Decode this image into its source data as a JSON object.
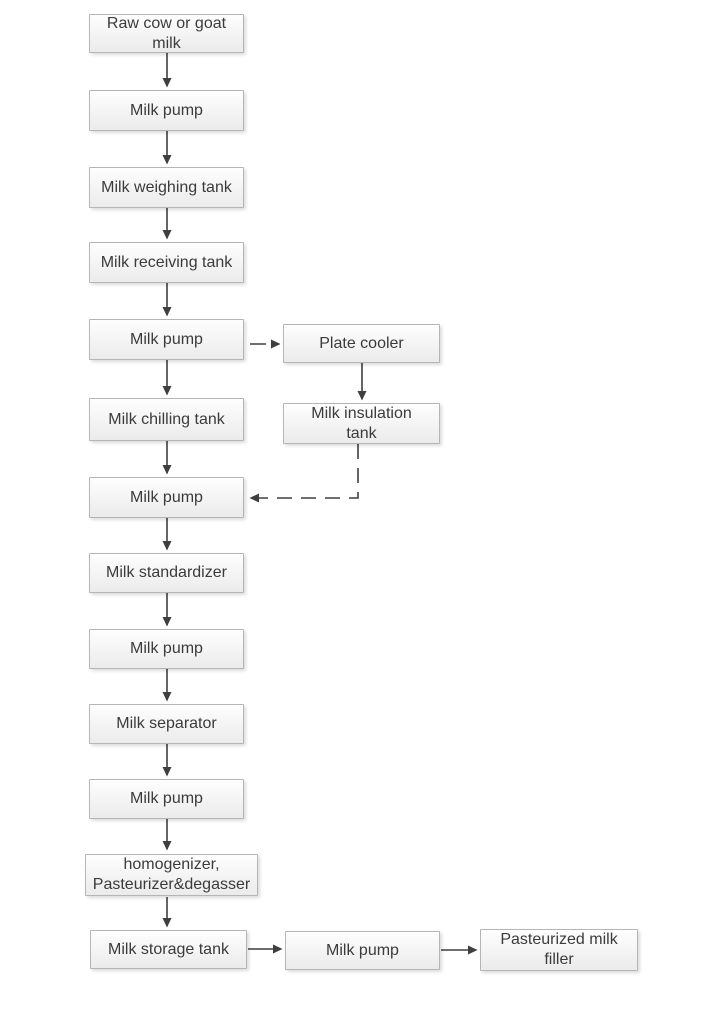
{
  "diagram": {
    "type": "flowchart",
    "subject": "milk processing line",
    "nodes": [
      {
        "id": "raw-milk",
        "label": "Raw cow or goat\nmilk"
      },
      {
        "id": "milk-pump-1",
        "label": "Milk pump"
      },
      {
        "id": "milk-weighing-tank",
        "label": "Milk weighing tank"
      },
      {
        "id": "milk-receiving-tank",
        "label": "Milk receiving tank"
      },
      {
        "id": "milk-pump-2",
        "label": "Milk pump"
      },
      {
        "id": "milk-chilling-tank",
        "label": "Milk chilling tank"
      },
      {
        "id": "milk-pump-3",
        "label": "Milk pump"
      },
      {
        "id": "milk-standardizer",
        "label": "Milk standardizer"
      },
      {
        "id": "milk-pump-4",
        "label": "Milk pump"
      },
      {
        "id": "milk-separator",
        "label": "Milk separator"
      },
      {
        "id": "milk-pump-5",
        "label": "Milk pump"
      },
      {
        "id": "homogenizer",
        "label": "homogenizer,\nPasteurizer&degasser"
      },
      {
        "id": "milk-storage-tank",
        "label": "Milk storage tank"
      },
      {
        "id": "plate-cooler",
        "label": "Plate cooler"
      },
      {
        "id": "milk-insulation-tank",
        "label": "Milk insulation\ntank"
      },
      {
        "id": "milk-pump-6",
        "label": "Milk pump"
      },
      {
        "id": "pasteurized-filler",
        "label": "Pasteurized milk\nfiller"
      }
    ],
    "edges": [
      {
        "from": "raw-milk",
        "to": "milk-pump-1",
        "style": "solid"
      },
      {
        "from": "milk-pump-1",
        "to": "milk-weighing-tank",
        "style": "solid"
      },
      {
        "from": "milk-weighing-tank",
        "to": "milk-receiving-tank",
        "style": "solid"
      },
      {
        "from": "milk-receiving-tank",
        "to": "milk-pump-2",
        "style": "solid"
      },
      {
        "from": "milk-pump-2",
        "to": "milk-chilling-tank",
        "style": "solid"
      },
      {
        "from": "milk-chilling-tank",
        "to": "milk-pump-3",
        "style": "solid"
      },
      {
        "from": "milk-pump-3",
        "to": "milk-standardizer",
        "style": "solid"
      },
      {
        "from": "milk-standardizer",
        "to": "milk-pump-4",
        "style": "solid"
      },
      {
        "from": "milk-pump-4",
        "to": "milk-separator",
        "style": "solid"
      },
      {
        "from": "milk-separator",
        "to": "milk-pump-5",
        "style": "solid"
      },
      {
        "from": "milk-pump-5",
        "to": "homogenizer",
        "style": "solid"
      },
      {
        "from": "homogenizer",
        "to": "milk-storage-tank",
        "style": "solid"
      },
      {
        "from": "milk-pump-2",
        "to": "plate-cooler",
        "style": "dashed"
      },
      {
        "from": "plate-cooler",
        "to": "milk-insulation-tank",
        "style": "solid"
      },
      {
        "from": "milk-insulation-tank",
        "to": "milk-pump-3",
        "style": "dashed"
      },
      {
        "from": "milk-storage-tank",
        "to": "milk-pump-6",
        "style": "solid"
      },
      {
        "from": "milk-pump-6",
        "to": "pasteurized-filler",
        "style": "solid"
      }
    ],
    "colors": {
      "box_fill_top": "#fefefe",
      "box_fill_bottom": "#ebebeb",
      "box_border": "#b5b5b5",
      "arrow": "#3f3f3f",
      "text": "#3b3b3b",
      "background": "#ffffff"
    }
  }
}
